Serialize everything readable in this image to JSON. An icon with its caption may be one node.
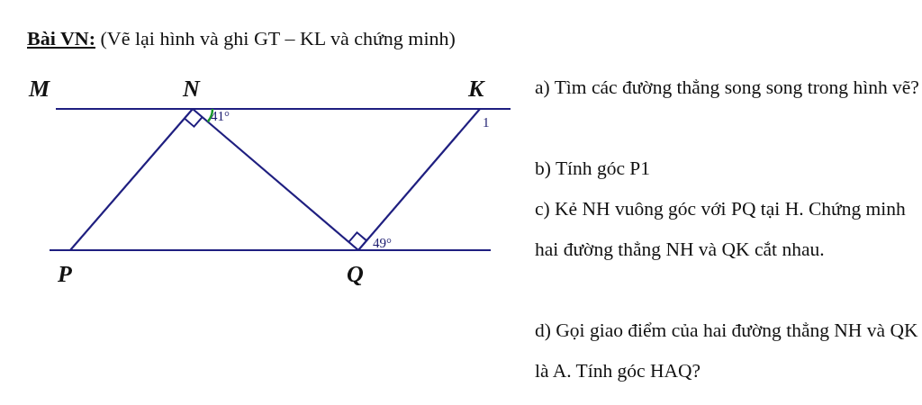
{
  "diagram": {
    "title": "**Bài VN:** (Vẽ lại hình và ghi GT – KL và chứng minh)",
    "labels": [
      "M",
      "N",
      "K",
      "41°",
      "1",
      "49°",
      "P",
      "Q",
      "a) Tìm các đường thẳng song song trong hình vẽ?",
      "b) Tính góc P1",
      "c) Kẻ NH vuông góc với PQ tại H. Chứng minh hai đường thẳng NH và QK cắt nhau.",
      "d) Gọi giao điểm của hai đường thẳng NH và QK là A. Tính góc HAQ?"
    ]
  }
}
